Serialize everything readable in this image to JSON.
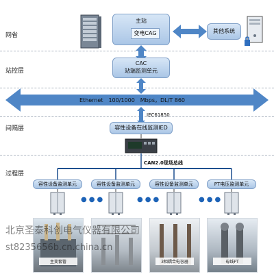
{
  "layers": {
    "network": "网省",
    "station": "站控层",
    "bay": "间隔层",
    "process": "过程层"
  },
  "master": {
    "title": "主站",
    "inner": "变电CAG"
  },
  "other_system": "其他系统",
  "cac": {
    "title": "CAC",
    "subtitle": "站端监测单元"
  },
  "ethernet_label": "Ethernet　100/1000　Mbps，DL/T 860",
  "protocol_label": "IEC61850",
  "ied_label": "容性设备在线监测IED",
  "bus_label": "CAN2.0现场总线",
  "units": [
    {
      "label": "容性设备监测单元"
    },
    {
      "label": "容性设备监测单元"
    },
    {
      "label": "容性设备监测单元"
    },
    {
      "label": "PT电压监测单元"
    }
  ],
  "photos": [
    {
      "label": "主变套管"
    },
    {
      "label": ""
    },
    {
      "label": "3相耦合电容器"
    },
    {
      "label": "母线PT"
    }
  ],
  "watermark": {
    "line1": "北京圣泰科创电气仪器有限公司",
    "line2": "st8235656b.cn.china.cn"
  },
  "colors": {
    "arrow": "#4f86c6",
    "box": "#aac6e6",
    "bus": "#1d4f8f"
  }
}
